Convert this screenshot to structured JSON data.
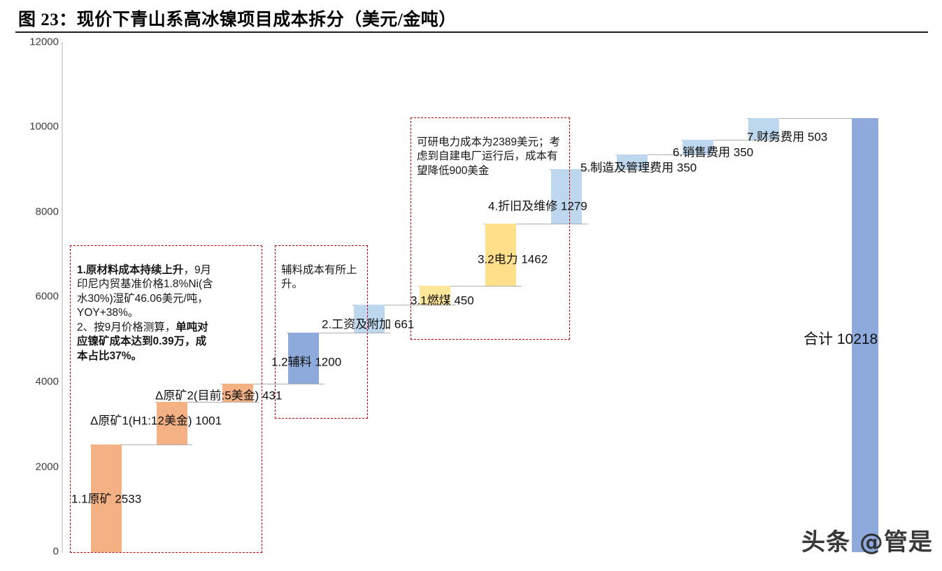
{
  "title": "图 23：现价下青山系高冰镍项目成本拆分（美元/金吨）",
  "watermark": "头条 @管是",
  "axis": {
    "ticks": [
      "12000",
      "10000",
      "8000",
      "6000",
      "4000",
      "2000",
      "0"
    ]
  },
  "annotations": [
    {
      "id": "raw-material-note",
      "lines": [
        {
          "text": "1.原材料成本持续上升",
          "bold": true
        },
        {
          "text": "，9月",
          "bold": false
        },
        {
          "text": "\n印尼内贸基准价格1.8%Ni(含\n水30%)湿矿46.06美元/吨，\nYOY+38%。\n2、按9月价格测算，",
          "bold": false
        },
        {
          "text": "单吨对\n应镍矿成本达到0.39万，成\n本占比37%。",
          "bold": true
        }
      ],
      "plain": "1.原材料成本持续上升，9月印尼内贸基准价格1.8%Ni(含水30%)湿矿46.06美元/吨，YOY+38%。2、按9月价格测算，单吨对应镍矿成本达到0.39万，成本占比37%。"
    },
    {
      "id": "auxiliary-note",
      "plain": "辅料成本有所上升。"
    },
    {
      "id": "power-note",
      "plain": "可研电力成本为2389美元；考虑到自建电厂运行后，成本有望降低900美金"
    }
  ],
  "chart_data": {
    "type": "bar",
    "subtype": "waterfall",
    "title": "图 23：现价下青山系高冰镍项目成本拆分（美元/金吨）",
    "xlabel": "",
    "ylabel": "",
    "ylim": [
      0,
      12000
    ],
    "ytick_step": 2000,
    "grid": false,
    "legend": "none",
    "unit": "美元/金吨",
    "categories": [
      "1.1原矿",
      "Δ原矿1(H1:12美金)",
      "Δ原矿2(目前:5美金)",
      "1.2辅料",
      "2.工资及附加",
      "3.1燃煤",
      "3.2电力",
      "4.折旧及维修",
      "5.制造及管理费用",
      "6.销售费用",
      "7.财务费用",
      "合计"
    ],
    "values": [
      2533,
      1001,
      431,
      1200,
      661,
      450,
      1462,
      1279,
      350,
      350,
      503,
      10218
    ],
    "bars": [
      {
        "label": "1.1原矿",
        "value": 2533,
        "base": 0,
        "top": 2533,
        "color": "#F4B183",
        "kind": "increase"
      },
      {
        "label": "Δ原矿1(H1:12美金)",
        "value": 1001,
        "base": 2533,
        "top": 3534,
        "color": "#F4B183",
        "kind": "increase"
      },
      {
        "label": "Δ原矿2(目前:5美金)",
        "value": 431,
        "base": 3534,
        "top": 3965,
        "color": "#F4B183",
        "kind": "increase"
      },
      {
        "label": "1.2辅料",
        "value": 1200,
        "base": 3965,
        "top": 5165,
        "color": "#8EA9DB",
        "kind": "increase"
      },
      {
        "label": "2.工资及附加",
        "value": 661,
        "base": 5165,
        "top": 5826,
        "color": "#BDD7EE",
        "kind": "increase"
      },
      {
        "label": "3.1燃煤",
        "value": 450,
        "base": 5826,
        "top": 6276,
        "color": "#FFE699",
        "kind": "increase"
      },
      {
        "label": "3.2电力",
        "value": 1462,
        "base": 6276,
        "top": 7738,
        "color": "#FFE08A",
        "kind": "increase"
      },
      {
        "label": "4.折旧及维修",
        "value": 1279,
        "base": 7738,
        "top": 9017,
        "color": "#BDD7EE",
        "kind": "increase"
      },
      {
        "label": "5.制造及管理费用",
        "value": 350,
        "base": 9017,
        "top": 9367,
        "color": "#BDD7EE",
        "kind": "increase"
      },
      {
        "label": "6.销售费用",
        "value": 350,
        "base": 9367,
        "top": 9717,
        "color": "#BDD7EE",
        "kind": "increase"
      },
      {
        "label": "7.财务费用",
        "value": 503,
        "base": 9717,
        "top": 10220,
        "color": "#BDD7EE",
        "kind": "increase"
      },
      {
        "label": "合计",
        "value": 10218,
        "base": 0,
        "top": 10218,
        "color": "#8EA9DB",
        "kind": "total"
      }
    ],
    "data_labels": [
      "1.1原矿 2533",
      "Δ原矿1(H1:12美金) 1001",
      "Δ原矿2(目前:5美金) 431",
      "1.2辅料 1200",
      "2.工资及附加 661",
      "3.1燃煤 450",
      "3.2电力 1462",
      "4.折旧及维修 1279",
      "5.制造及管理费用 350",
      "6.销售费用 350",
      "7.财务费用 503",
      "合计 10218"
    ],
    "colors": {
      "ore_orange": "#F4B183",
      "aux_blue": "#8EA9DB",
      "light_blue": "#BDD7EE",
      "coal_yellow": "#FFE699",
      "power_yellow": "#FFE08A",
      "total_blue": "#8EA9DB",
      "annotation_border": "#C00000",
      "axis": "#D9D9D9"
    }
  }
}
